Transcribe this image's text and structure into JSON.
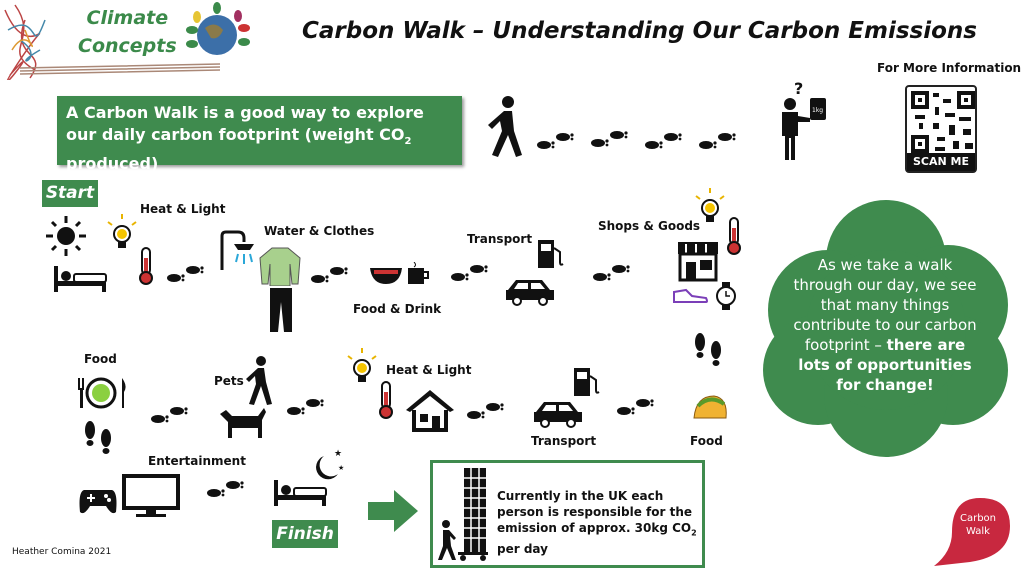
{
  "logo": {
    "line1": "Climate",
    "line2": "Concepts"
  },
  "title": "Carbon Walk – Understanding Our Carbon Emissions",
  "info": {
    "label": "For More Information",
    "qr_caption": "SCAN ME"
  },
  "intro": {
    "text_pre": "A Carbon Walk is a good way to explore our daily carbon footprint (weight CO",
    "sub": "2",
    "text_post": " produced)"
  },
  "question_mark": "?",
  "bag_label": "1kg",
  "start_label": "Start",
  "finish_label": "Finish",
  "stages": {
    "heat_light_1": "Heat & Light",
    "water_clothes": "Water & Clothes",
    "food_drink": "Food & Drink",
    "transport_1": "Transport",
    "shops_goods": "Shops & Goods",
    "food_1": "Food",
    "pets": "Pets",
    "heat_light_2": "Heat & Light",
    "transport_2": "Transport",
    "food_2": "Food",
    "entertainment": "Entertainment"
  },
  "cloud": {
    "plain": "As we take a walk through our day, we see that many things contribute to our carbon footprint – ",
    "bold": "there are lots of opportunities for change!"
  },
  "fact": {
    "pre": "Currently in the UK each person is responsible for the emission of approx. 30kg CO",
    "sub": "2",
    "post": " per day"
  },
  "bubble": "Carbon Walk",
  "credit": "Heather Comina 2021",
  "colors": {
    "green": "#3f8b4e",
    "red": "#c8283f"
  }
}
